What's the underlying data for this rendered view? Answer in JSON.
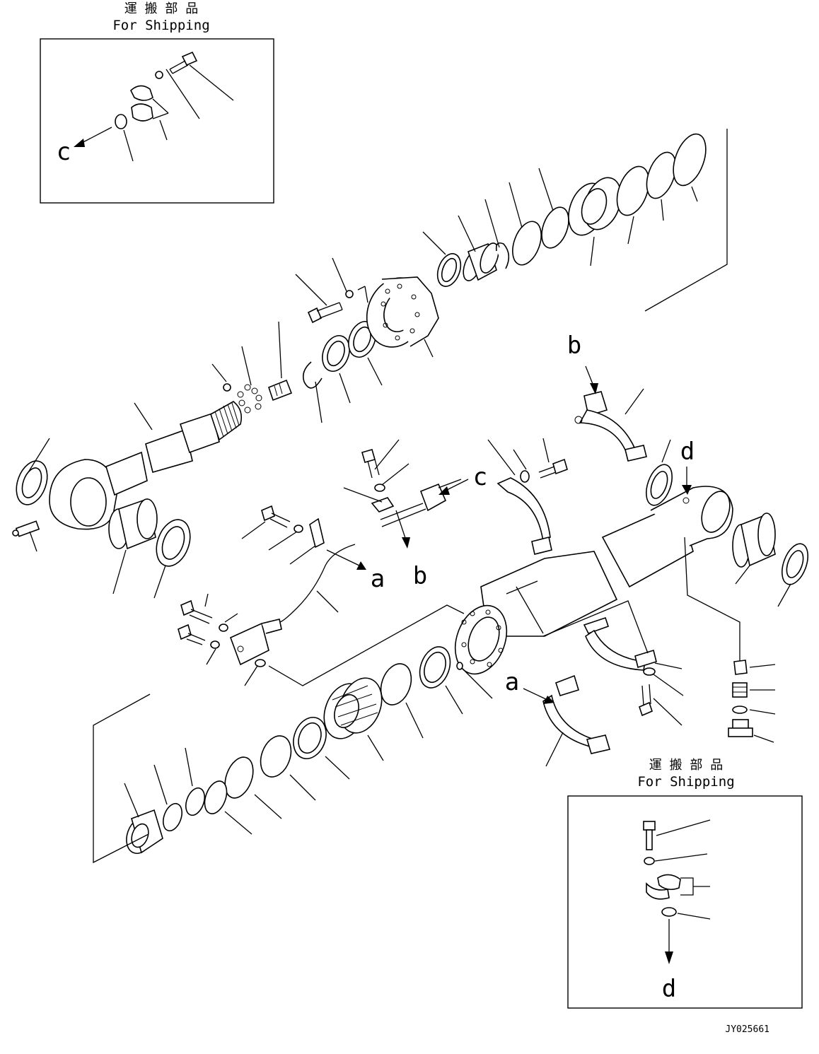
{
  "box_top": {
    "jp": "運 搬 部 品",
    "en": "For Shipping"
  },
  "box_bottom": {
    "jp": "運 搬 部 品",
    "en": "For Shipping"
  },
  "refs": {
    "a": "a",
    "b": "b",
    "c": "c",
    "d": "d"
  },
  "drawing_no": "JY025661"
}
